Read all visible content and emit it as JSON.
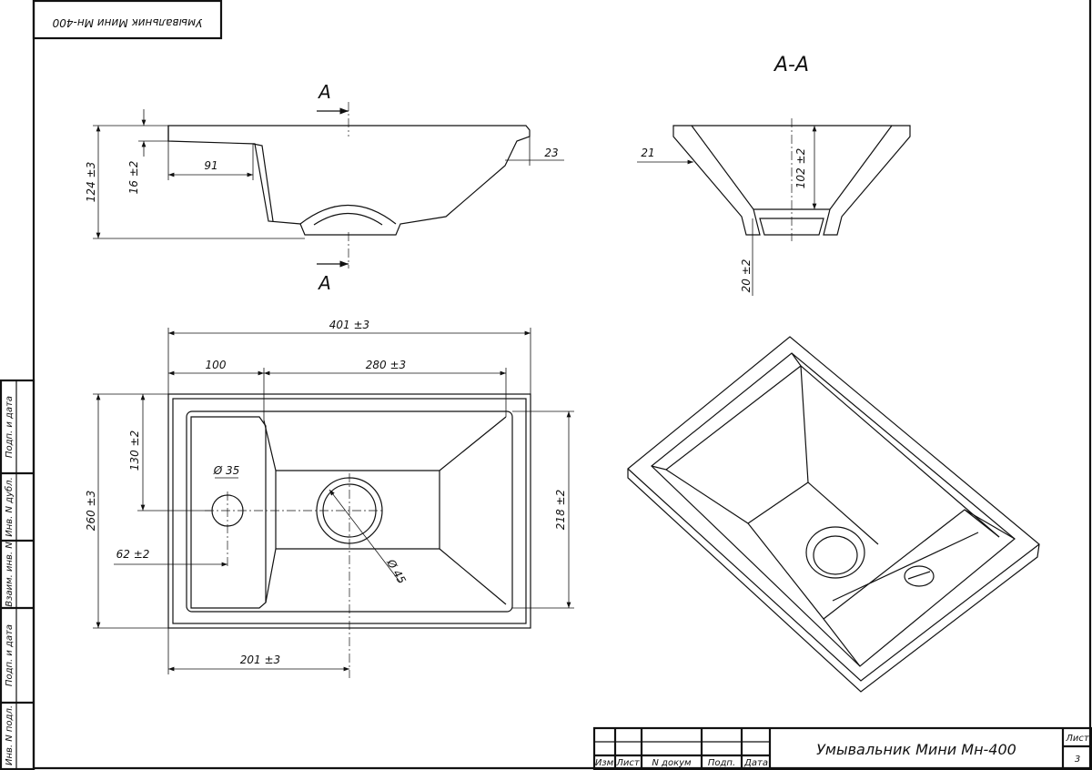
{
  "top_stamp": "Умывальник Мини Мн-400",
  "side_stamps": [
    "Подп. и дата",
    "Инв. N дубл.",
    "Взаим. инв. N",
    "Подп. и дата",
    "Инв. N подл."
  ],
  "title_block": {
    "title": "Умывальник Мини Мн-400",
    "headers": [
      "Изм",
      "Лист",
      "N докум",
      "Подп.",
      "Дата"
    ],
    "sheet_label": "Лист",
    "sheet_number": "3"
  },
  "side_view": {
    "section_mark_top": "A",
    "section_mark_bottom": "A",
    "dims": {
      "height": "124 ±3",
      "rim": "16 ±2",
      "shelf": "91",
      "edge": "23"
    }
  },
  "section_view": {
    "title": "A-A",
    "dims": {
      "wall": "21",
      "depth": "102 ±2",
      "bottom": "20 ±2"
    }
  },
  "plan_view": {
    "dims": {
      "width": "401 ±3",
      "shelf": "100",
      "basin": "280 ±3",
      "depth": "260 ±3",
      "hole_y": "130 ±2",
      "hole_x": "62 ±2",
      "inner": "218 ±2",
      "drain_x": "201 ±3",
      "hole_dia": "Ø 35",
      "drain_dia": "Ø 45"
    }
  }
}
